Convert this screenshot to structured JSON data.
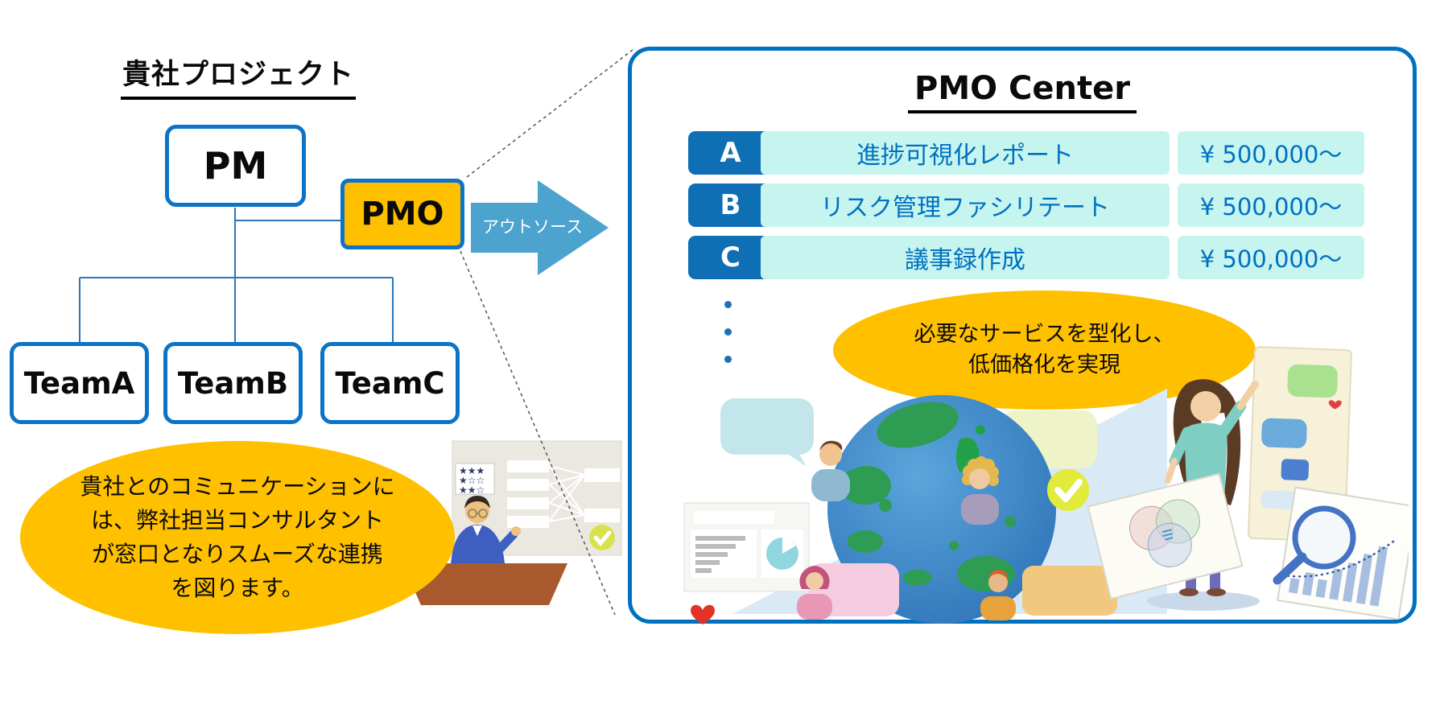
{
  "org_chart": {
    "title": "貴社プロジェクト",
    "pm_label": "PM",
    "pmo_label": "PMO",
    "teams": [
      "TeamA",
      "TeamB",
      "TeamC"
    ],
    "note_lines": [
      "貴社とのコミュニケーションに",
      "は、弊社担当コンサルタント",
      "が窓口となりスムーズな連携",
      "を図ります。"
    ]
  },
  "arrow": {
    "label": "アウトソース"
  },
  "pmo_center": {
    "title": "PMO Center",
    "services": [
      {
        "id": "A",
        "name": "進捗可視化レポート",
        "price": "¥ 500,000〜"
      },
      {
        "id": "B",
        "name": "リスク管理ファシリテート",
        "price": "¥ 500,000〜"
      },
      {
        "id": "C",
        "name": "議事録作成",
        "price": "¥ 500,000〜"
      }
    ],
    "highlight_lines": [
      "必要なサービスを型化し、",
      "低価格化を実現"
    ]
  },
  "colors": {
    "box_border_blue": "#0C74C8",
    "panel_border_blue": "#0070C0",
    "accent_orange": "#FFC000",
    "arrow_blue": "#4BA3CE",
    "service_label_blue": "#0E6FB5",
    "service_cell_cyan": "#C6F5F0",
    "service_text_blue": "#0070C0",
    "connector_blue": "#2E75B6"
  }
}
